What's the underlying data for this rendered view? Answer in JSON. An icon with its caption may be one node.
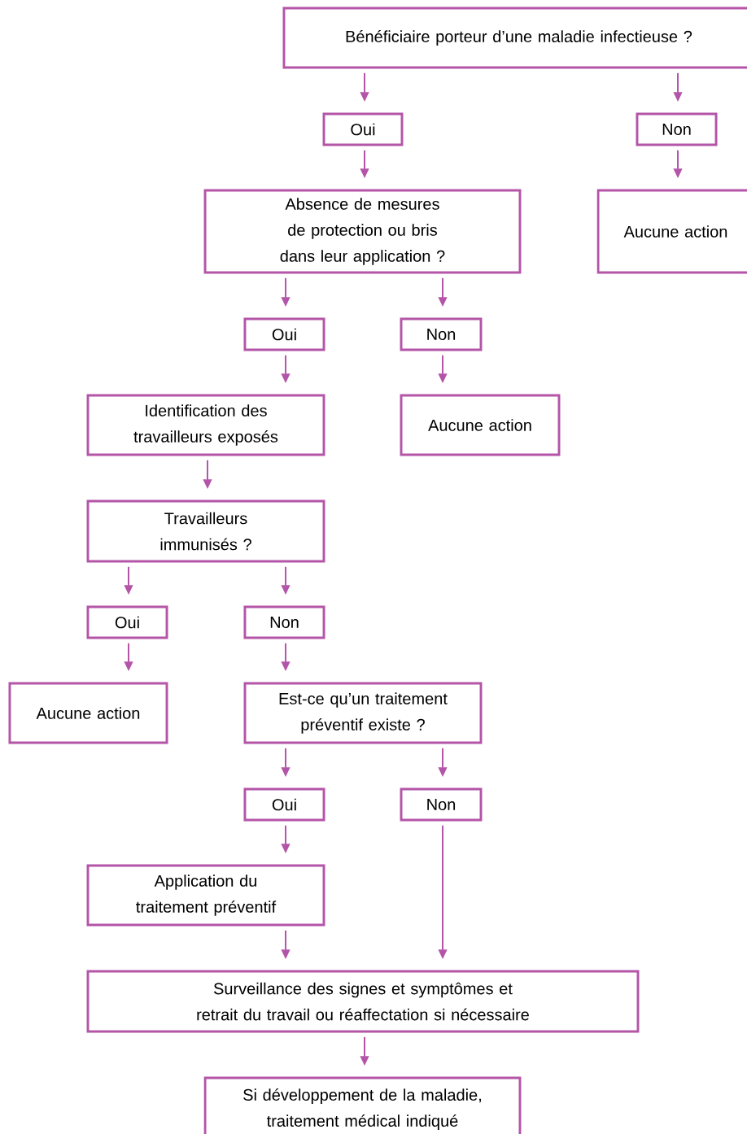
{
  "diagram": {
    "nodes": [
      {
        "text": [
          "Bénéficiaire porteur d’une maladie infectieuse ?"
        ]
      },
      {
        "text": [
          "Oui"
        ]
      },
      {
        "text": [
          "Non"
        ]
      },
      {
        "text": [
          "Absence de mesures de protection ou bris dans leur application ?"
        ]
      },
      {
        "text": [
          "Aucune action"
        ]
      },
      {
        "text": [
          "Oui"
        ]
      },
      {
        "text": [
          "Non"
        ]
      },
      {
        "text": [
          "Identification des travailleurs exposés"
        ]
      },
      {
        "text": [
          "Aucune action"
        ]
      },
      {
        "text": [
          "Travailleurs immunisés ?"
        ]
      },
      {
        "text": [
          "Oui"
        ]
      },
      {
        "text": [
          "Non"
        ]
      },
      {
        "text": [
          "Aucune action"
        ]
      },
      {
        "text": [
          "Est-ce qu’un traitement préventif existe ?"
        ]
      },
      {
        "text": [
          "Oui"
        ]
      },
      {
        "text": [
          "Non"
        ]
      },
      {
        "text": [
          "Application du traitement préventif"
        ]
      },
      {
        "text": [
          "Surveillance des signes et symptômes et retrait du travail ou réaffectation si nécessaire"
        ]
      },
      {
        "text": [
          "Si développement de la maladie, traitement médical indiqué"
        ]
      }
    ],
    "edges": [
      {
        "from": 0,
        "to": 1,
        "arrow": "to"
      },
      {
        "from": 0,
        "to": 2,
        "arrow": "to"
      },
      {
        "from": 1,
        "to": 3,
        "arrow": "to"
      },
      {
        "from": 2,
        "to": 4,
        "arrow": "to"
      },
      {
        "from": 3,
        "to": 5,
        "arrow": "to"
      },
      {
        "from": 3,
        "to": 6,
        "arrow": "to"
      },
      {
        "from": 5,
        "to": 7,
        "arrow": "to"
      },
      {
        "from": 6,
        "to": 8,
        "arrow": "to"
      },
      {
        "from": 7,
        "to": 9,
        "arrow": "to"
      },
      {
        "from": 9,
        "to": 10,
        "arrow": "to"
      },
      {
        "from": 9,
        "to": 11,
        "arrow": "to"
      },
      {
        "from": 10,
        "to": 12,
        "arrow": "to"
      },
      {
        "from": 11,
        "to": 13,
        "arrow": "to"
      },
      {
        "from": 13,
        "to": 14,
        "arrow": "to"
      },
      {
        "from": 13,
        "to": 15,
        "arrow": "to"
      },
      {
        "from": 14,
        "to": 16,
        "arrow": "to"
      },
      {
        "from": 15,
        "to": 17,
        "arrow": "to"
      },
      {
        "from": 16,
        "to": 17,
        "arrow": "to"
      },
      {
        "from": 17,
        "to": 18,
        "arrow": "to"
      }
    ]
  }
}
